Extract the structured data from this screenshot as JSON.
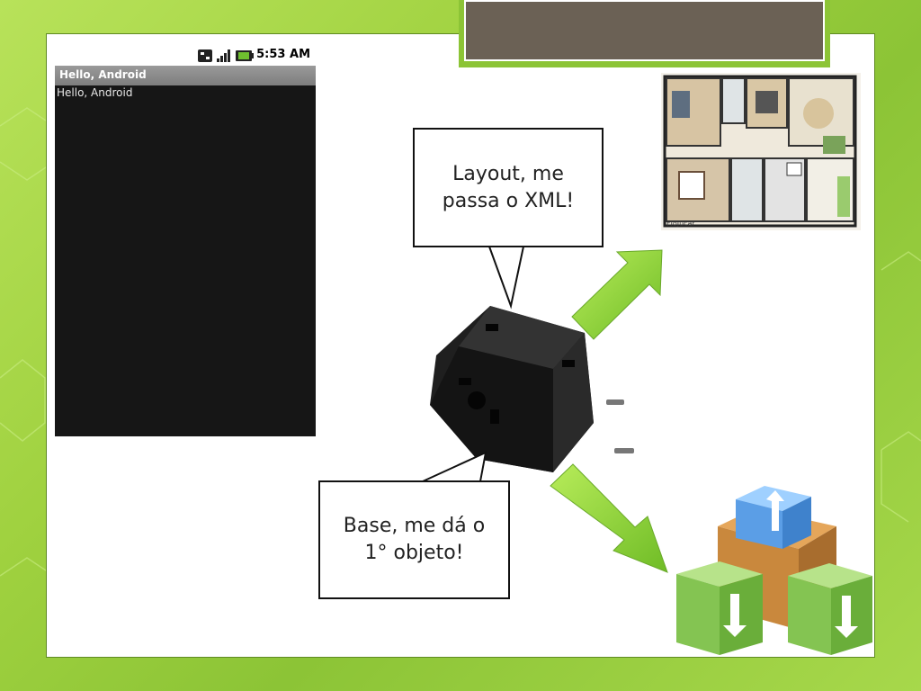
{
  "phone": {
    "status_time": "5:53 AM",
    "app_title": "Hello, Android",
    "app_text": "Hello, Android"
  },
  "bubbles": {
    "layout_line1": "Layout, me",
    "layout_line2": "passa o XML!",
    "base_line1": "Base, me dá o",
    "base_line2": "1° objeto!"
  },
  "floorplan": {
    "watermark": "FloJucar"
  },
  "colors": {
    "background_green": "#9fd13f",
    "title_box": "#6b6155",
    "arrow_green": "#8cd13a",
    "phone_screen": "#161616"
  },
  "icons": [
    "usb-icon",
    "signal-icon",
    "battery-icon",
    "plug-adapter-icon",
    "arrow-up-right-icon",
    "arrow-down-right-icon",
    "boxes-icon",
    "floor-plan-image"
  ]
}
